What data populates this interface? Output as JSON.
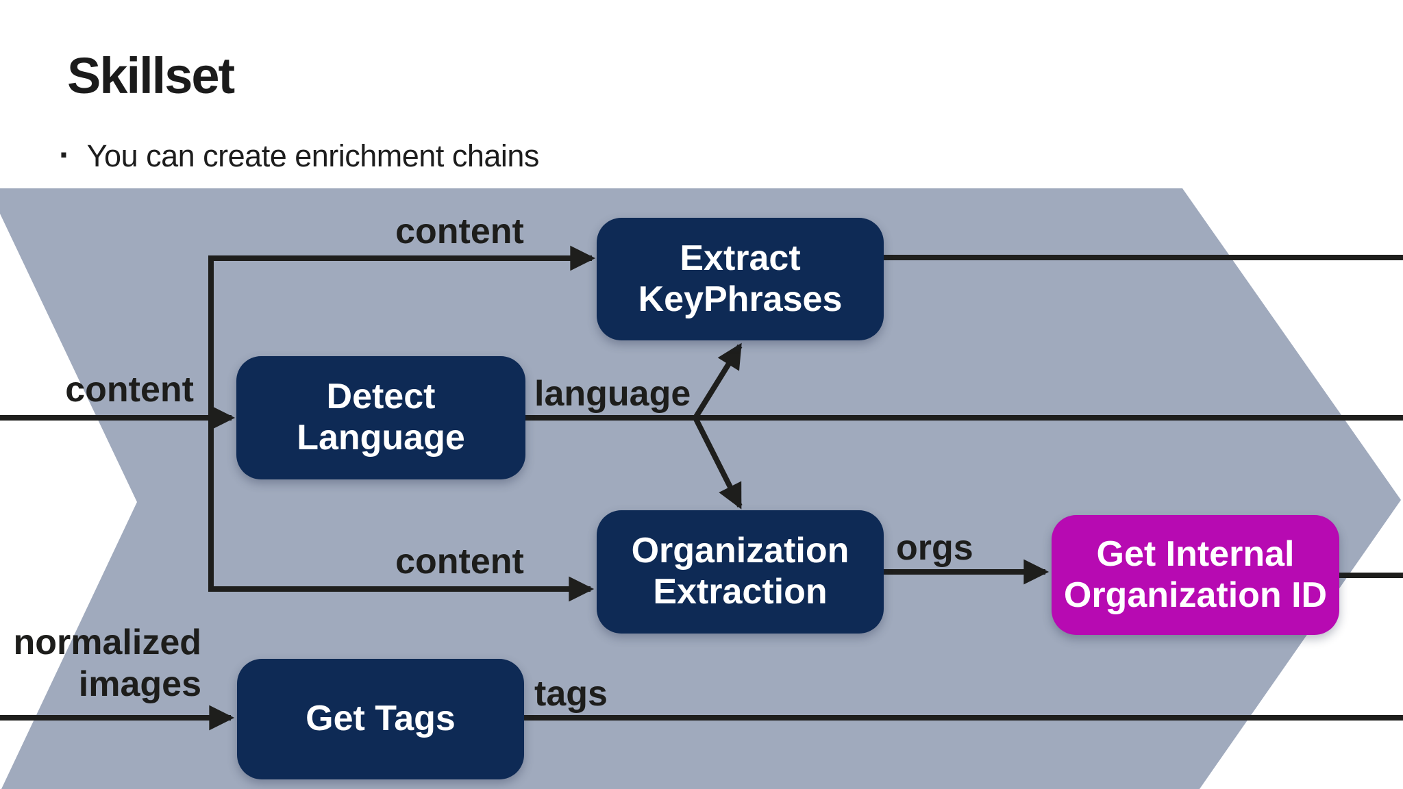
{
  "slide": {
    "title": "Skillset",
    "bullet_marker": "·",
    "bullet_text": "You can create enrichment chains"
  },
  "colors": {
    "band_gray": "#a0aabd",
    "node_navy": "#0e2a55",
    "node_magenta": "#b70ab2",
    "connector_black": "#1e1e1c",
    "node_text": "#ffffff",
    "label_text": "#1d1d1b"
  },
  "diagram": {
    "boxes": [
      {
        "id": "extract-keyphrases",
        "line1": "Extract",
        "line2": "KeyPhrases"
      },
      {
        "id": "detect-language",
        "line1": "Detect",
        "line2": "Language"
      },
      {
        "id": "organization-extraction",
        "line1": "Organization",
        "line2": "Extraction"
      },
      {
        "id": "get-tags",
        "line1": "Get Tags",
        "line2": ""
      },
      {
        "id": "get-internal-organization-id",
        "line1": "Get Internal",
        "line2": "Organization ID"
      }
    ],
    "edge_labels": {
      "content_top": "content",
      "content_mid": "content",
      "content_bottom": "content",
      "language": "language",
      "orgs": "orgs",
      "tags": "tags",
      "normalized_line1": "normalized",
      "normalized_line2": "images"
    }
  }
}
